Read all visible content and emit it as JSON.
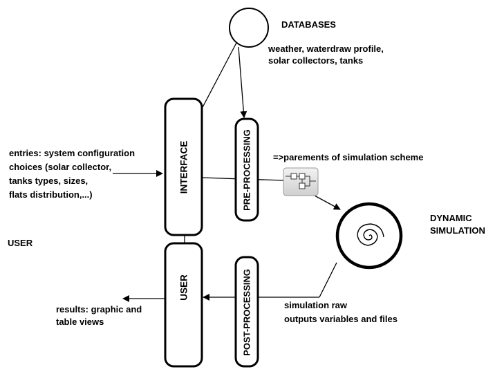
{
  "labels": {
    "databases": "DATABASES",
    "databases_desc_1": "weather, waterdraw profile,",
    "databases_desc_2": "solar collectors, tanks",
    "entries_1": "entries: system configuration",
    "entries_2": "choices (solar collector,",
    "entries_3": "tanks types, sizes,",
    "entries_4": "flats distribution,...)",
    "parameters": "=>parements of simulation scheme",
    "dynamic_1": "DYNAMIC",
    "dynamic_2": "SIMULATION",
    "user_side": "USER",
    "results_1": "results: graphic and",
    "results_2": "table views",
    "sim_out_1": "simulation raw",
    "sim_out_2": "outputs variables and files"
  },
  "boxes": {
    "interface": "INTERFACE",
    "user": "USER",
    "pre_processing": "PRE-PROCESSING",
    "post_processing": "POST-PROCESSING"
  },
  "icons": {
    "database": "database-circle-icon",
    "scheme": "simulation-scheme-icon",
    "simulation": "spiral-simulation-icon"
  },
  "colors": {
    "stroke": "#000000",
    "scheme_fill": "#e4e4e4"
  }
}
